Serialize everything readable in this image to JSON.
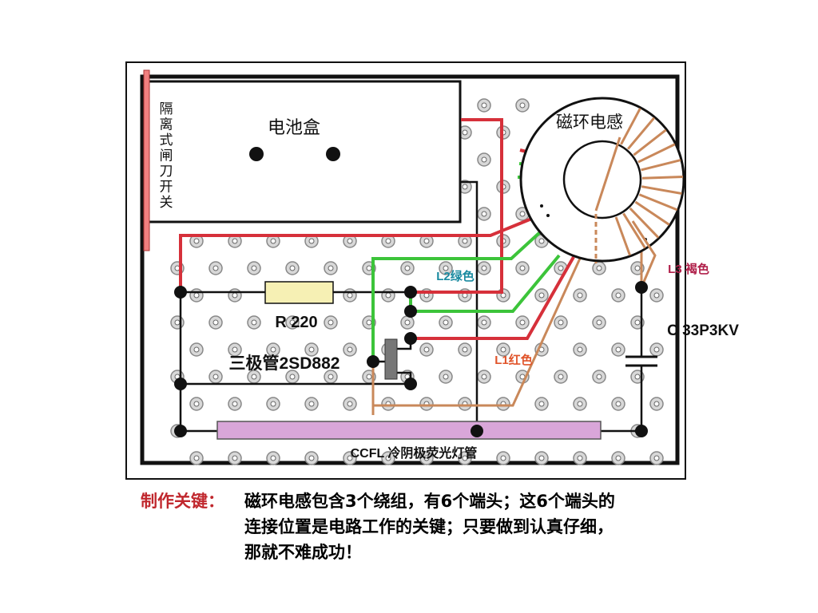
{
  "labels": {
    "switch": "隔离式闸刀开关",
    "battery_box": "电池盒",
    "toroid": "磁环电感",
    "l2": "L2绿色",
    "l3": "L3 褐色",
    "l1": "L1红色",
    "resistor": "R 220",
    "capacitor": "C 33P3KV",
    "transistor": "三极管2SD882",
    "ccfl": "CCFL 冷阴极荧光灯管"
  },
  "note": {
    "key": "制作关键",
    "colon": "：",
    "line1": "磁环电感包含3个绕组，有6个端头；这6个端头的",
    "line2": "连接位置是电路工作的关键；只要做到认真仔细，",
    "line3": "那就不难成功！"
  },
  "colors": {
    "red_wire": "#d6303a",
    "green_wire": "#3cc43a",
    "brown_wire": "#c9885a",
    "black_wire": "#111111",
    "resistor_fill": "#f6f0b4",
    "ccfl_fill": "#d9a6d9",
    "switch_fill": "#f08080",
    "label_red": "#c0272d",
    "label_teal": "#1a8aa0",
    "label_orange": "#e0542a"
  }
}
